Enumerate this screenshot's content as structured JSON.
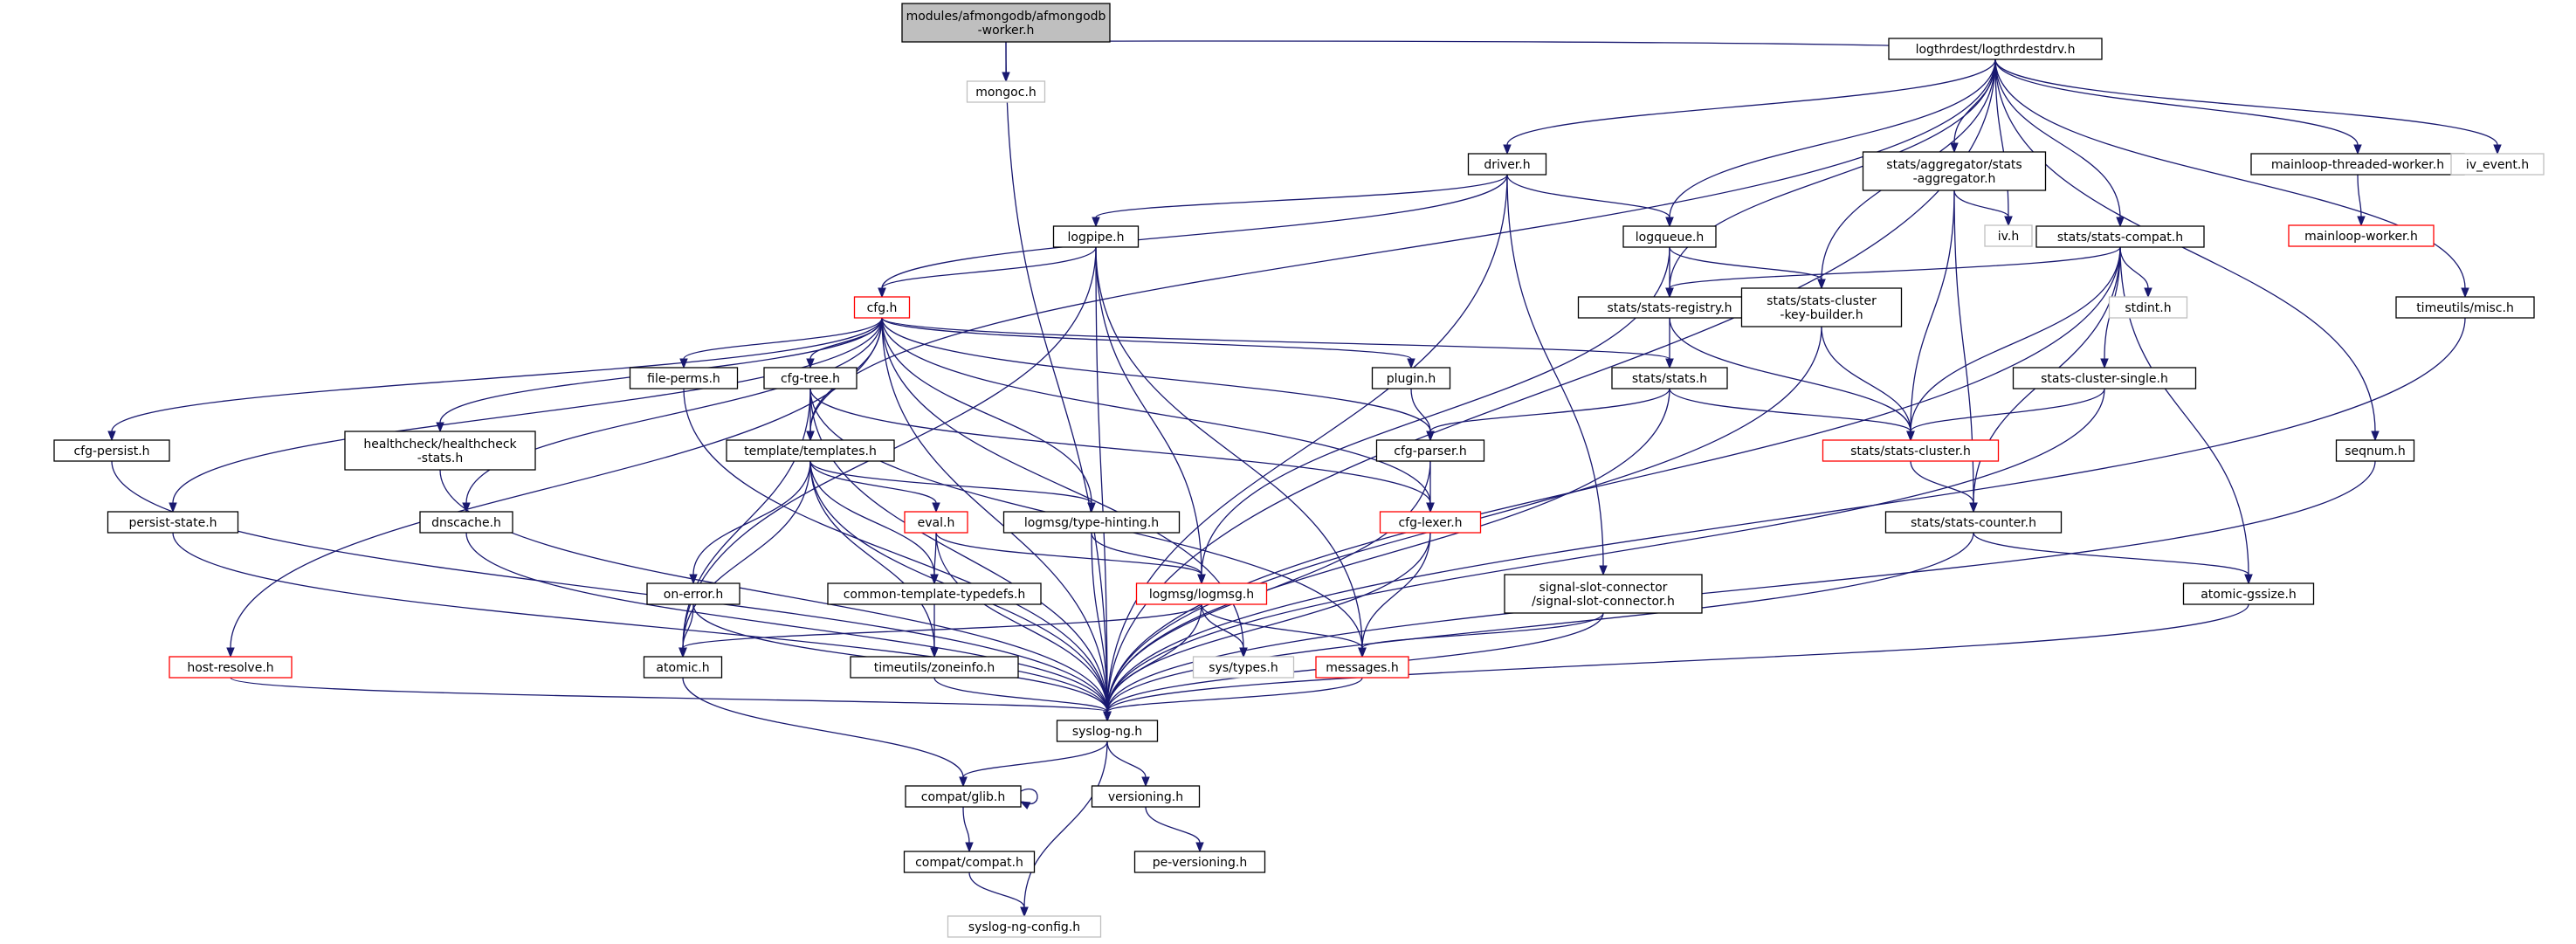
{
  "title": "modules/afmongodb/afmongodb-worker.h include dependency graph",
  "colors": {
    "edge": "#191970",
    "root_fill": "#bfbfbf",
    "normal_border": "#000000",
    "missing_border": "#bfbfbf",
    "red_border": "#ff0000",
    "node_fill": "#ffffff"
  },
  "nodes": [
    {
      "id": "root",
      "lines": [
        "modules/afmongodb/afmongodb",
        "-worker.h"
      ],
      "style": "root"
    },
    {
      "id": "mongoc",
      "lines": [
        "mongoc.h"
      ],
      "style": "missing"
    },
    {
      "id": "logthrdestdrv",
      "lines": [
        "logthrdest/logthrdestdrv.h"
      ],
      "style": "normal"
    },
    {
      "id": "driver",
      "lines": [
        "driver.h"
      ],
      "style": "normal"
    },
    {
      "id": "aggregator",
      "lines": [
        "stats/aggregator/stats",
        "-aggregator.h"
      ],
      "style": "normal"
    },
    {
      "id": "mlthreaded",
      "lines": [
        "mainloop-threaded-worker.h"
      ],
      "style": "normal"
    },
    {
      "id": "ivevent",
      "lines": [
        "iv_event.h"
      ],
      "style": "missing"
    },
    {
      "id": "mlworker",
      "lines": [
        "mainloop-worker.h"
      ],
      "style": "red"
    },
    {
      "id": "ivh",
      "lines": [
        "iv.h"
      ],
      "style": "missing"
    },
    {
      "id": "logpipe",
      "lines": [
        "logpipe.h"
      ],
      "style": "normal"
    },
    {
      "id": "logqueue",
      "lines": [
        "logqueue.h"
      ],
      "style": "normal"
    },
    {
      "id": "statscompat",
      "lines": [
        "stats/stats-compat.h"
      ],
      "style": "normal"
    },
    {
      "id": "cfgh",
      "lines": [
        "cfg.h"
      ],
      "style": "red"
    },
    {
      "id": "statsregistry",
      "lines": [
        "stats/stats-registry.h"
      ],
      "style": "normal"
    },
    {
      "id": "keybuilder",
      "lines": [
        "stats/stats-cluster",
        "-key-builder.h"
      ],
      "style": "normal"
    },
    {
      "id": "stdint",
      "lines": [
        "stdint.h"
      ],
      "style": "missing"
    },
    {
      "id": "timeutilsmisc",
      "lines": [
        "timeutils/misc.h"
      ],
      "style": "normal"
    },
    {
      "id": "fileperms",
      "lines": [
        "file-perms.h"
      ],
      "style": "normal"
    },
    {
      "id": "cfgtree",
      "lines": [
        "cfg-tree.h"
      ],
      "style": "normal"
    },
    {
      "id": "plugin",
      "lines": [
        "plugin.h"
      ],
      "style": "normal"
    },
    {
      "id": "statsh",
      "lines": [
        "stats/stats.h"
      ],
      "style": "normal"
    },
    {
      "id": "clustersingle",
      "lines": [
        "stats-cluster-single.h"
      ],
      "style": "normal"
    },
    {
      "id": "cfgpersist",
      "lines": [
        "cfg-persist.h"
      ],
      "style": "normal"
    },
    {
      "id": "healthcheck",
      "lines": [
        "healthcheck/healthcheck",
        "-stats.h"
      ],
      "style": "normal"
    },
    {
      "id": "templates",
      "lines": [
        "template/templates.h"
      ],
      "style": "normal"
    },
    {
      "id": "cfgparser",
      "lines": [
        "cfg-parser.h"
      ],
      "style": "normal"
    },
    {
      "id": "statscluster",
      "lines": [
        "stats/stats-cluster.h"
      ],
      "style": "red"
    },
    {
      "id": "seqnum",
      "lines": [
        "seqnum.h"
      ],
      "style": "normal"
    },
    {
      "id": "persiststate",
      "lines": [
        "persist-state.h"
      ],
      "style": "normal"
    },
    {
      "id": "dnscache",
      "lines": [
        "dnscache.h"
      ],
      "style": "normal"
    },
    {
      "id": "evalh",
      "lines": [
        "eval.h"
      ],
      "style": "red"
    },
    {
      "id": "typehinting",
      "lines": [
        "logmsg/type-hinting.h"
      ],
      "style": "normal"
    },
    {
      "id": "cfglexer",
      "lines": [
        "cfg-lexer.h"
      ],
      "style": "red"
    },
    {
      "id": "statscounter",
      "lines": [
        "stats/stats-counter.h"
      ],
      "style": "normal"
    },
    {
      "id": "onerror",
      "lines": [
        "on-error.h"
      ],
      "style": "normal"
    },
    {
      "id": "commontypedefs",
      "lines": [
        "common-template-typedefs.h"
      ],
      "style": "normal"
    },
    {
      "id": "logmsg",
      "lines": [
        "logmsg/logmsg.h"
      ],
      "style": "red"
    },
    {
      "id": "signalslot",
      "lines": [
        "signal-slot-connector",
        "/signal-slot-connector.h"
      ],
      "style": "normal"
    },
    {
      "id": "atomicgssize",
      "lines": [
        "atomic-gssize.h"
      ],
      "style": "normal"
    },
    {
      "id": "hostresolve",
      "lines": [
        "host-resolve.h"
      ],
      "style": "red"
    },
    {
      "id": "atomic",
      "lines": [
        "atomic.h"
      ],
      "style": "normal"
    },
    {
      "id": "zoneinfo",
      "lines": [
        "timeutils/zoneinfo.h"
      ],
      "style": "normal"
    },
    {
      "id": "systypes",
      "lines": [
        "sys/types.h"
      ],
      "style": "missing"
    },
    {
      "id": "messages",
      "lines": [
        "messages.h"
      ],
      "style": "red"
    },
    {
      "id": "syslogng",
      "lines": [
        "syslog-ng.h"
      ],
      "style": "normal"
    },
    {
      "id": "compatglib",
      "lines": [
        "compat/glib.h"
      ],
      "style": "normal"
    },
    {
      "id": "versioning",
      "lines": [
        "versioning.h"
      ],
      "style": "normal"
    },
    {
      "id": "compatcompat",
      "lines": [
        "compat/compat.h"
      ],
      "style": "normal"
    },
    {
      "id": "peversioning",
      "lines": [
        "pe-versioning.h"
      ],
      "style": "normal"
    },
    {
      "id": "syslogngconfig",
      "lines": [
        "syslog-ng-config.h"
      ],
      "style": "missing"
    }
  ],
  "edges": [
    [
      "root",
      "mongoc"
    ],
    [
      "root",
      "logthrdestdrv"
    ],
    [
      "root",
      "syslogng"
    ],
    [
      "logthrdestdrv",
      "driver"
    ],
    [
      "logthrdestdrv",
      "logqueue"
    ],
    [
      "logthrdestdrv",
      "statsregistry"
    ],
    [
      "logthrdestdrv",
      "aggregator"
    ],
    [
      "logthrdestdrv",
      "ivh"
    ],
    [
      "logthrdestdrv",
      "keybuilder"
    ],
    [
      "logthrdestdrv",
      "statscompat"
    ],
    [
      "logthrdestdrv",
      "mlthreaded"
    ],
    [
      "logthrdestdrv",
      "ivevent"
    ],
    [
      "logthrdestdrv",
      "timeutilsmisc"
    ],
    [
      "logthrdestdrv",
      "seqnum"
    ],
    [
      "logthrdestdrv",
      "templates"
    ],
    [
      "logthrdestdrv",
      "syslogng"
    ],
    [
      "mlthreaded",
      "mlworker"
    ],
    [
      "driver",
      "logpipe"
    ],
    [
      "driver",
      "cfgh"
    ],
    [
      "driver",
      "logqueue"
    ],
    [
      "driver",
      "signalslot"
    ],
    [
      "driver",
      "syslogng"
    ],
    [
      "aggregator",
      "ivh"
    ],
    [
      "aggregator",
      "statscluster"
    ],
    [
      "aggregator",
      "statscounter"
    ],
    [
      "logpipe",
      "cfgh"
    ],
    [
      "logpipe",
      "logmsg"
    ],
    [
      "logpipe",
      "messages"
    ],
    [
      "logpipe",
      "atomic"
    ],
    [
      "logpipe",
      "syslogng"
    ],
    [
      "logqueue",
      "statsregistry"
    ],
    [
      "logqueue",
      "keybuilder"
    ],
    [
      "logqueue",
      "logmsg"
    ],
    [
      "statscompat",
      "statsregistry"
    ],
    [
      "statscompat",
      "stdint"
    ],
    [
      "statscompat",
      "clustersingle"
    ],
    [
      "statscompat",
      "statscluster"
    ],
    [
      "statscompat",
      "statscounter"
    ],
    [
      "statscompat",
      "atomicgssize"
    ],
    [
      "statscompat",
      "syslogng"
    ],
    [
      "cfgh",
      "fileperms"
    ],
    [
      "cfgh",
      "cfgtree"
    ],
    [
      "cfgh",
      "plugin"
    ],
    [
      "cfgh",
      "statsh"
    ],
    [
      "cfgh",
      "cfgpersist"
    ],
    [
      "cfgh",
      "healthcheck"
    ],
    [
      "cfgh",
      "persiststate"
    ],
    [
      "cfgh",
      "dnscache"
    ],
    [
      "cfgh",
      "hostresolve"
    ],
    [
      "cfgh",
      "templates"
    ],
    [
      "cfgh",
      "typehinting"
    ],
    [
      "cfgh",
      "cfgparser"
    ],
    [
      "cfgh",
      "cfglexer"
    ],
    [
      "cfgh",
      "systypes"
    ],
    [
      "cfgh",
      "syslogng"
    ],
    [
      "statsregistry",
      "statsh"
    ],
    [
      "statsregistry",
      "statscluster"
    ],
    [
      "keybuilder",
      "statscluster"
    ],
    [
      "keybuilder",
      "syslogng"
    ],
    [
      "timeutilsmisc",
      "syslogng"
    ],
    [
      "fileperms",
      "syslogng"
    ],
    [
      "cfgtree",
      "templates"
    ],
    [
      "cfgtree",
      "cfglexer"
    ],
    [
      "cfgtree",
      "messages"
    ],
    [
      "cfgtree",
      "atomic"
    ],
    [
      "cfgtree",
      "syslogng"
    ],
    [
      "plugin",
      "cfgparser"
    ],
    [
      "statsh",
      "statscluster"
    ],
    [
      "statsh",
      "cfgparser"
    ],
    [
      "statsh",
      "syslogng"
    ],
    [
      "clustersingle",
      "statscluster"
    ],
    [
      "clustersingle",
      "syslogng"
    ],
    [
      "cfgpersist",
      "syslogng"
    ],
    [
      "healthcheck",
      "syslogng"
    ],
    [
      "templates",
      "evalh"
    ],
    [
      "templates",
      "typehinting"
    ],
    [
      "templates",
      "onerror"
    ],
    [
      "templates",
      "commontypedefs"
    ],
    [
      "templates",
      "atomic"
    ],
    [
      "templates",
      "zoneinfo"
    ],
    [
      "templates",
      "syslogng"
    ],
    [
      "cfgparser",
      "cfglexer"
    ],
    [
      "cfgparser",
      "syslogng"
    ],
    [
      "statscluster",
      "statscounter"
    ],
    [
      "seqnum",
      "syslogng"
    ],
    [
      "persiststate",
      "syslogng"
    ],
    [
      "dnscache",
      "syslogng"
    ],
    [
      "evalh",
      "commontypedefs"
    ],
    [
      "evalh",
      "logmsg"
    ],
    [
      "evalh",
      "syslogng"
    ],
    [
      "typehinting",
      "logmsg"
    ],
    [
      "typehinting",
      "syslogng"
    ],
    [
      "cfglexer",
      "messages"
    ],
    [
      "cfglexer",
      "syslogng"
    ],
    [
      "statscounter",
      "atomicgssize"
    ],
    [
      "statscounter",
      "syslogng"
    ],
    [
      "onerror",
      "atomic"
    ],
    [
      "onerror",
      "syslogng"
    ],
    [
      "commontypedefs",
      "zoneinfo"
    ],
    [
      "logmsg",
      "atomic"
    ],
    [
      "logmsg",
      "systypes"
    ],
    [
      "logmsg",
      "messages"
    ],
    [
      "logmsg",
      "syslogng"
    ],
    [
      "signalslot",
      "messages"
    ],
    [
      "signalslot",
      "syslogng"
    ],
    [
      "atomicgssize",
      "syslogng"
    ],
    [
      "hostresolve",
      "syslogng"
    ],
    [
      "atomic",
      "compatglib"
    ],
    [
      "zoneinfo",
      "syslogng"
    ],
    [
      "messages",
      "syslogng"
    ],
    [
      "syslogng",
      "compatglib"
    ],
    [
      "syslogng",
      "versioning"
    ],
    [
      "syslogng",
      "syslogngconfig"
    ],
    [
      "compatglib",
      "compatglib"
    ],
    [
      "compatglib",
      "compatcompat"
    ],
    [
      "versioning",
      "peversioning"
    ],
    [
      "compatcompat",
      "syslogngconfig"
    ]
  ]
}
